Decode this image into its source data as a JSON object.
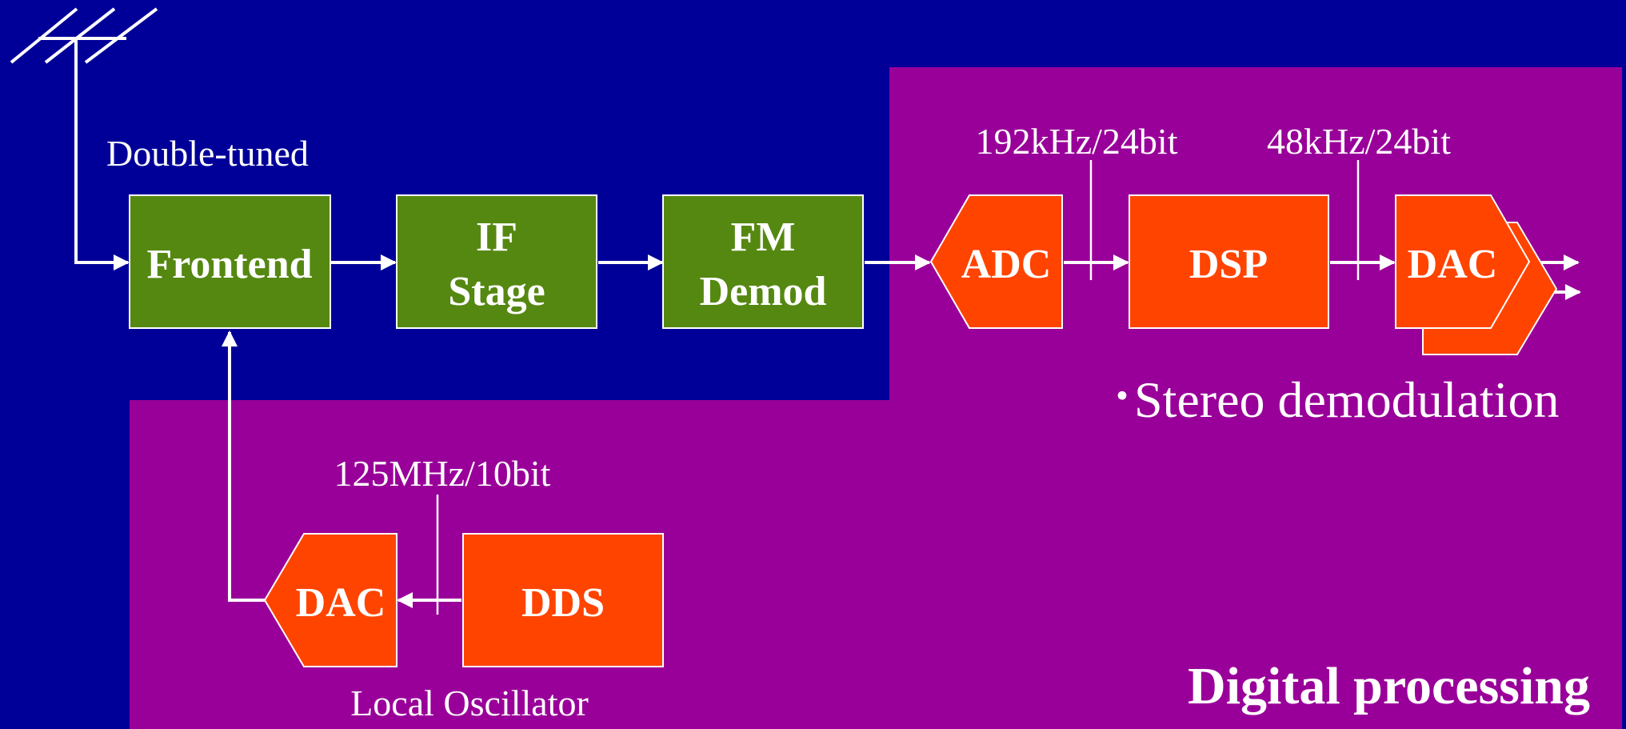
{
  "regions": {
    "digital_title": "Digital processing"
  },
  "blocks": {
    "frontend": "Frontend",
    "if_stage_line1": "IF",
    "if_stage_line2": "Stage",
    "fm_demod_line1": "FM",
    "fm_demod_line2": "Demod",
    "adc": "ADC",
    "dsp": "DSP",
    "dac_out": "DAC",
    "dac_lo": "DAC",
    "dds": "DDS"
  },
  "labels": {
    "frontend_note": "Double-tuned",
    "adc_rate": "192kHz/24bit",
    "dsp_rate": "48kHz/24bit",
    "lo_rate": "125MHz/10bit",
    "local_oscillator": "Local Oscillator",
    "stereo_bullet": "·",
    "stereo": "Stereo demodulation"
  },
  "colors": {
    "background": "#000099",
    "digital_region": "#990099",
    "analog_block": "#558811",
    "digital_block": "#ff4400",
    "line": "#ffffff"
  },
  "icons": {
    "antenna": "antenna-icon"
  }
}
